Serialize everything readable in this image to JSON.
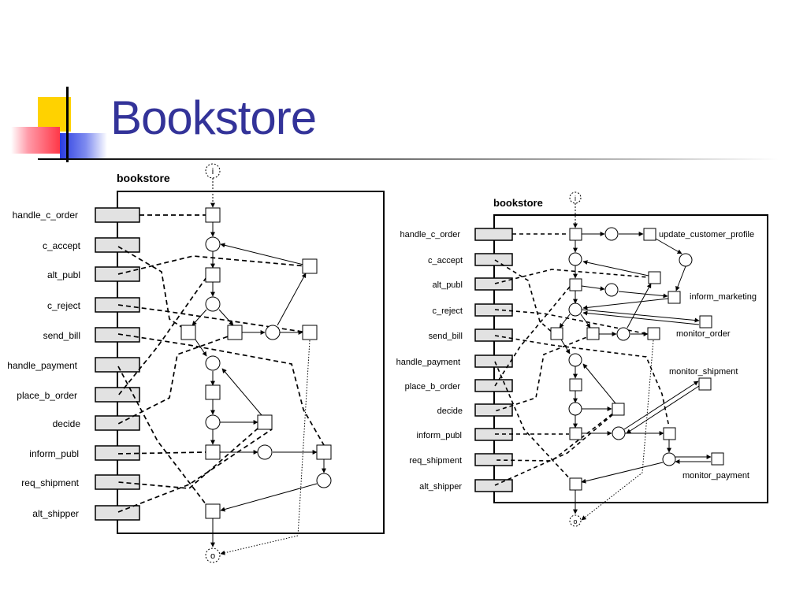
{
  "slide": {
    "title": "Bookstore"
  },
  "diagrams": [
    {
      "title": "bookstore",
      "ports": [
        "handle_c_order",
        "c_accept",
        "alt_publ",
        "c_reject",
        "send_bill",
        "handle_payment",
        "place_b_order",
        "decide",
        "inform_publ",
        "req_shipment",
        "alt_shipper"
      ],
      "start_marker": "i",
      "end_marker": "o"
    },
    {
      "title": "bookstore",
      "ports": [
        "handle_c_order",
        "c_accept",
        "alt_publ",
        "c_reject",
        "send_bill",
        "handle_payment",
        "place_b_order",
        "decide",
        "inform_publ",
        "req_shipment",
        "alt_shipper"
      ],
      "start_marker": "i",
      "end_marker": "o",
      "external_labels": [
        "update_customer_profile",
        "inform_marketing",
        "monitor_order",
        "monitor_shipment",
        "monitor_payment"
      ]
    }
  ]
}
